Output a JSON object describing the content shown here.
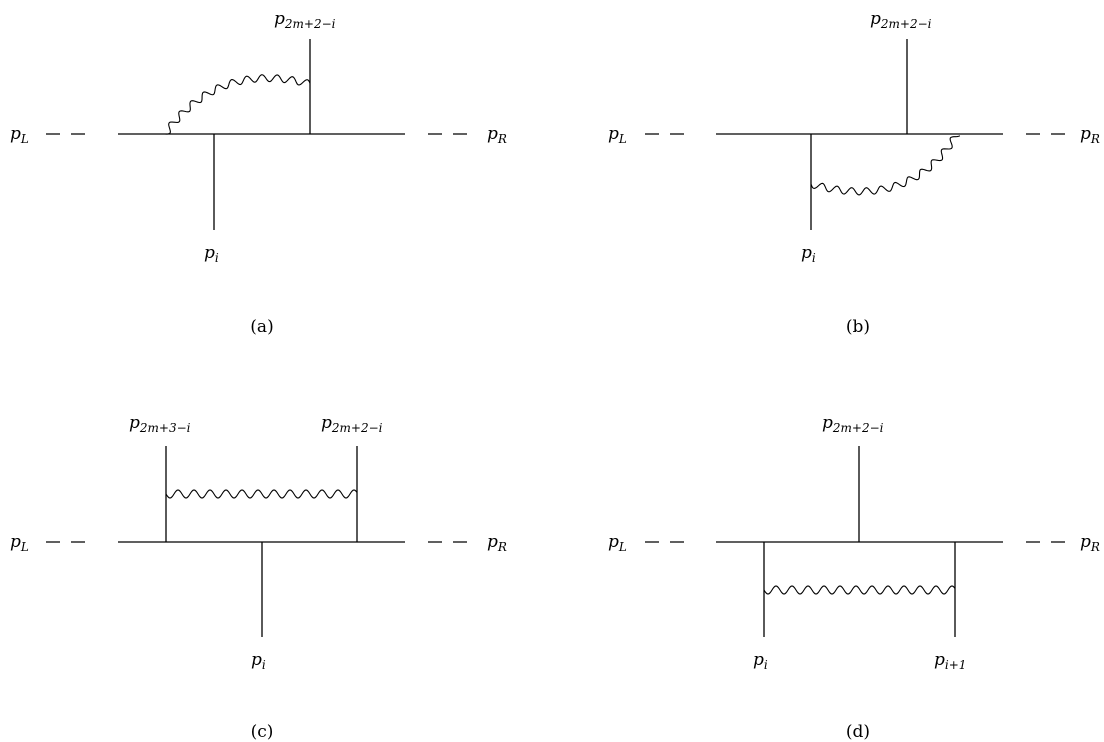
{
  "diagrams": [
    {
      "id": "a",
      "caption": "(a)",
      "labels": {
        "left": {
          "base": "p",
          "sub": "L"
        },
        "right": {
          "base": "p",
          "sub": "R"
        },
        "top": {
          "base": "p",
          "sub": "2m+2−i"
        },
        "bottom": {
          "base": "p",
          "sub": "i"
        }
      }
    },
    {
      "id": "b",
      "caption": "(b)",
      "labels": {
        "left": {
          "base": "p",
          "sub": "L"
        },
        "right": {
          "base": "p",
          "sub": "R"
        },
        "top": {
          "base": "p",
          "sub": "2m+2−i"
        },
        "bottom": {
          "base": "p",
          "sub": "i"
        }
      }
    },
    {
      "id": "c",
      "caption": "(c)",
      "labels": {
        "left": {
          "base": "p",
          "sub": "L"
        },
        "right": {
          "base": "p",
          "sub": "R"
        },
        "top_left": {
          "base": "p",
          "sub": "2m+3−i"
        },
        "top_right": {
          "base": "p",
          "sub": "2m+2−i"
        },
        "bottom": {
          "base": "p",
          "sub": "i"
        }
      }
    },
    {
      "id": "d",
      "caption": "(d)",
      "labels": {
        "left": {
          "base": "p",
          "sub": "L"
        },
        "right": {
          "base": "p",
          "sub": "R"
        },
        "top": {
          "base": "p",
          "sub": "2m+2−i"
        },
        "bottom_left": {
          "base": "p",
          "sub": "i"
        },
        "bottom_right": {
          "base": "p",
          "sub": "i+1"
        }
      }
    }
  ]
}
